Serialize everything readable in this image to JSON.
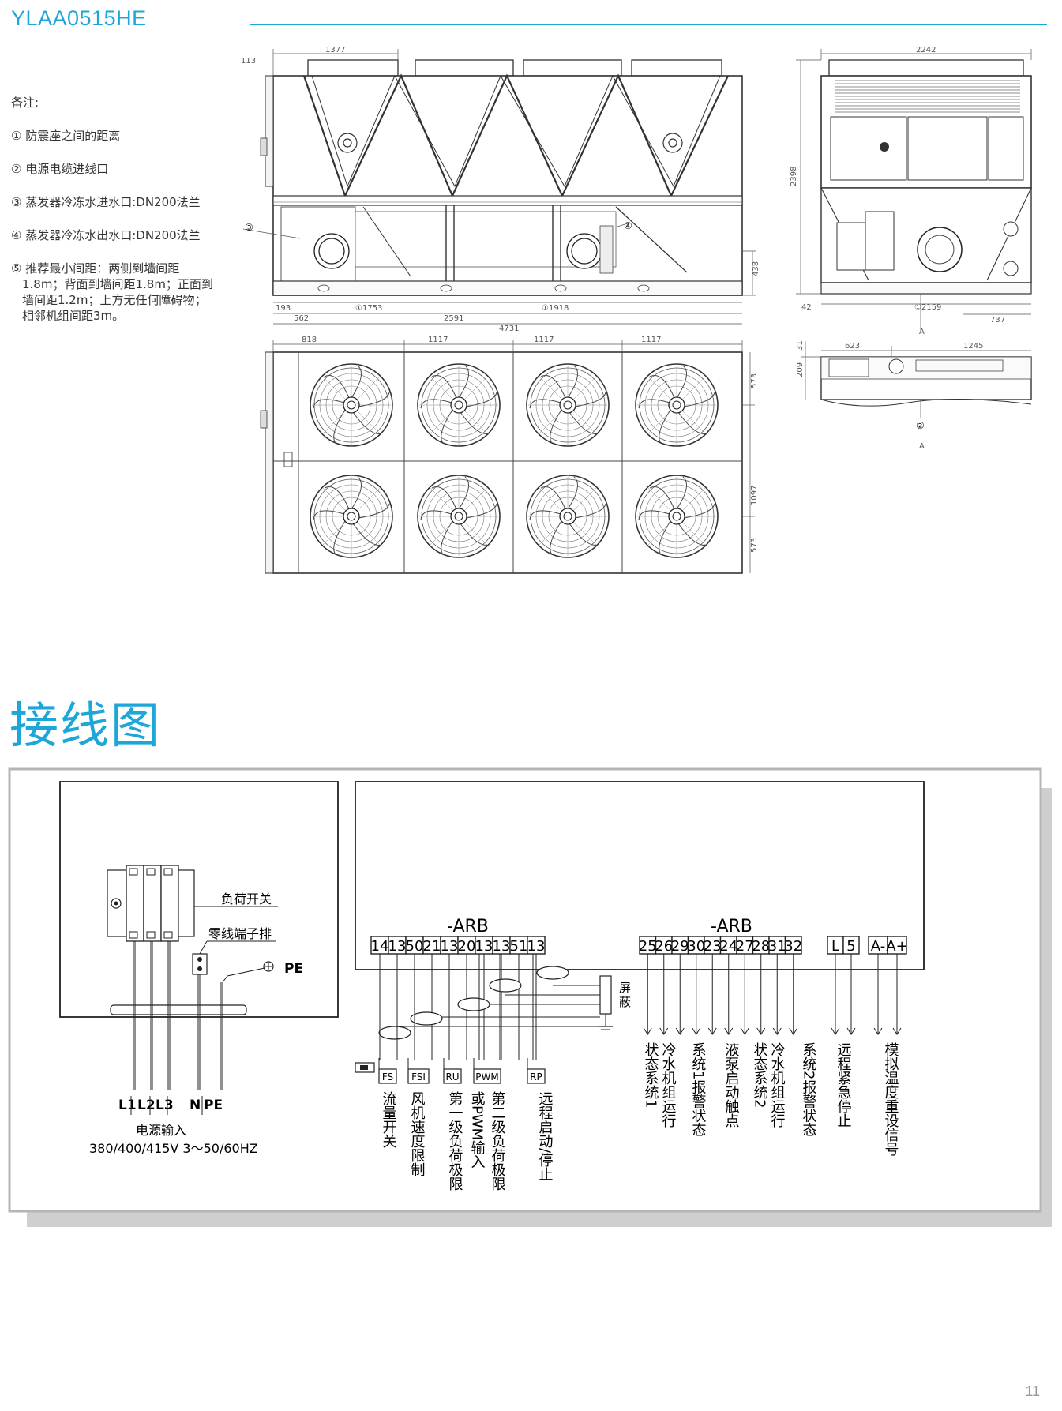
{
  "header": {
    "model": "YLAA0515HE"
  },
  "notes": {
    "heading": "备注:",
    "items": [
      "① 防震座之间的距离",
      "② 电源电缆进线口",
      "③ 蒸发器冷冻水进水口:DN200法兰",
      "④ 蒸发器冷冻水出水口:DN200法兰"
    ],
    "item5_lines": [
      "⑤ 推荐最小间距：两侧到墙间距",
      "1.8m；背面到墙间距1.8m；正面到",
      "墙间距1.2m；上方无任何障碍物；",
      "相邻机组间距3m。"
    ]
  },
  "drawing": {
    "side_view": {
      "dims_top": [
        "113",
        "1377"
      ],
      "dims_bottom": [
        "193",
        "①1753",
        "①1918",
        "562",
        "2591",
        "4731"
      ],
      "dim_right": "438",
      "callouts": [
        "③",
        "④"
      ]
    },
    "end_view": {
      "dim_top": "2242",
      "dim_left": "2398",
      "dims_bottom": [
        "42",
        "①2159",
        "737"
      ],
      "section_label": "A"
    },
    "top_view": {
      "dims_top": [
        "818",
        "1117",
        "1117",
        "1117"
      ],
      "dims_right": [
        "573",
        "1097",
        "573"
      ]
    },
    "base_view": {
      "dims_top": [
        "623",
        "1245"
      ],
      "dims_left": [
        "31",
        "209"
      ],
      "callout": "②",
      "section_label": "A"
    }
  },
  "wiring": {
    "title": "接线图",
    "load_switch": "负荷开关",
    "neutral_terminal": "零线端子排",
    "pe": "PE",
    "power_terminals": [
      "L1",
      "L2",
      "L3",
      "N",
      "PE"
    ],
    "power_input": "电源输入",
    "power_spec": "380/400/415V 3～50/60HZ",
    "arb_label": "-ARB",
    "terminals_a": [
      "14",
      "13",
      "50",
      "21",
      "13",
      "20",
      "13",
      "13",
      "51",
      "13"
    ],
    "terminals_b": [
      "25",
      "26",
      "29",
      "30",
      "23",
      "24",
      "27",
      "28",
      "31",
      "32"
    ],
    "terminals_c": [
      "L",
      "5"
    ],
    "terminals_d": [
      "A-",
      "A+"
    ],
    "shield": "屏蔽",
    "devices": [
      "FS",
      "FSI",
      "RU",
      "PWM",
      "RP"
    ],
    "labels_left": [
      "流量开关",
      "风机速度限制",
      "第一级负荷极限",
      "或PWM输入",
      "第二级负荷极限",
      "远程启动/停止"
    ],
    "labels_right": [
      "状态系统1",
      "冷水机组运行",
      "系统1报警状态",
      "液泵启动触点",
      "状态系统2",
      "冷水机组运行",
      "系统2报警状态",
      "远程紧急停止",
      "模拟温度重设信号"
    ]
  },
  "footer": {
    "page_number": "11"
  }
}
